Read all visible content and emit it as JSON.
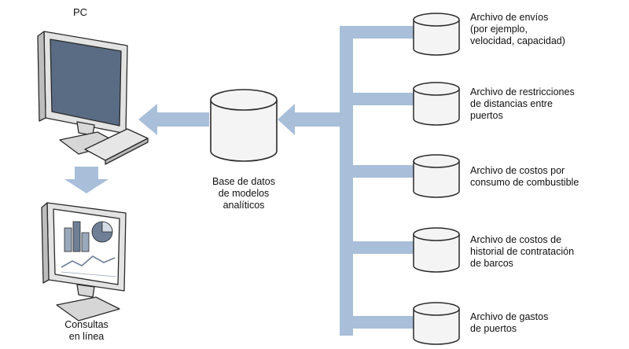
{
  "pc_label": "PC",
  "database_label": [
    "Base de datos",
    "de modelos",
    "analíticos"
  ],
  "online_label": [
    "Consultas",
    "en línea"
  ],
  "files": [
    {
      "lines": [
        "Archivo de envíos",
        "(por ejemplo,",
        "velocidad, capacidad)"
      ]
    },
    {
      "lines": [
        "Archivo de restricciones",
        "de distancias entre",
        "puertos"
      ]
    },
    {
      "lines": [
        "Archivo de costos por",
        "consumo de combustible"
      ]
    },
    {
      "lines": [
        "Archivo de costos de",
        "historial de contratación",
        "de barcos"
      ]
    },
    {
      "lines": [
        "Archivo de gastos",
        "de puertos"
      ]
    }
  ],
  "colors": {
    "arrow": "#a8bed9",
    "cylinder_fill": "#f4f4f4",
    "stroke": "#2a2a2a",
    "monitor_frame": "#e3e3e3",
    "screen": "#5a6c84"
  }
}
